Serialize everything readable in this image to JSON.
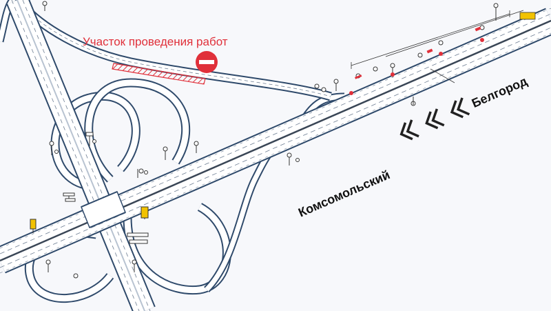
{
  "work_zone_label": "Участок проведения работ",
  "direction_left": "Комсомольский",
  "direction_right": "Белгород",
  "colors": {
    "road_edge": "#2f4a6b",
    "road_fill": "#ffffff",
    "work_zone": "#e0303a",
    "label_red": "#e0303a",
    "chevron": "#222222",
    "sign_yellow": "#f2c200",
    "marking": "#6d7d92"
  },
  "icons": {
    "no_entry_sign": "no-entry-icon",
    "direction_arrows": "chevron-left-icon"
  }
}
